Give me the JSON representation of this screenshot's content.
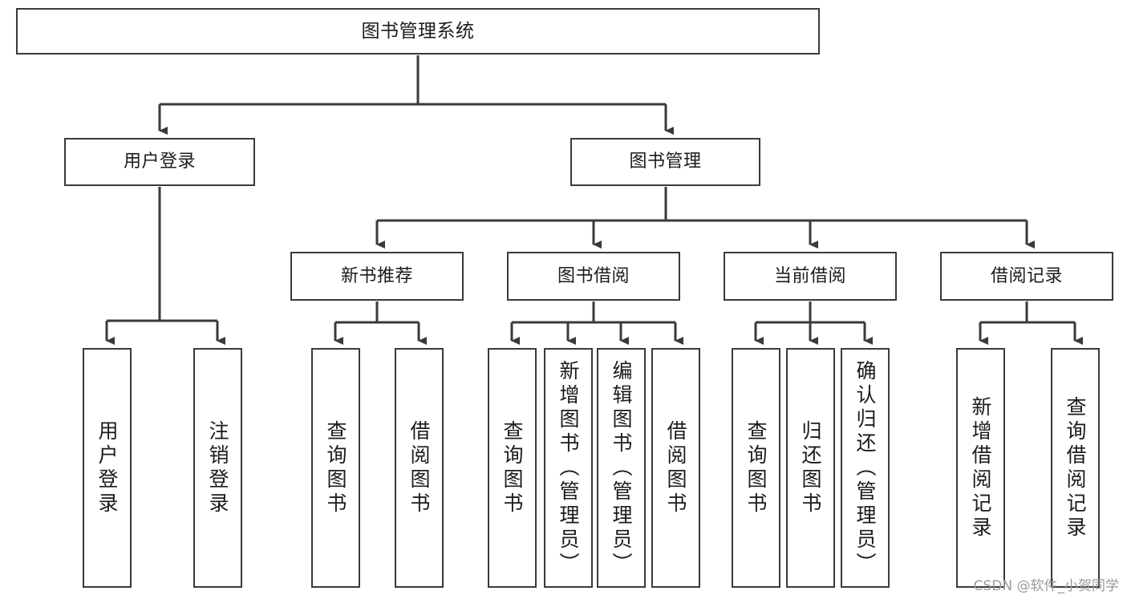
{
  "diagram": {
    "title": "图书管理系统",
    "watermark": "CSDN @软件_小贺同学",
    "stroke_color": "#3a3a3a",
    "text_color": "#1b1b1b",
    "background_color": "#ffffff",
    "root": {
      "label": "图书管理系统"
    },
    "level1": [
      {
        "label": "用户登录"
      },
      {
        "label": "图书管理"
      }
    ],
    "level2": [
      {
        "label": "新书推荐"
      },
      {
        "label": "图书借阅"
      },
      {
        "label": "当前借阅"
      },
      {
        "label": "借阅记录"
      }
    ],
    "leaves": {
      "user_login": [
        {
          "label": "用户登录"
        },
        {
          "label": "注销登录"
        }
      ],
      "new_book_recommend": [
        {
          "label": "查询图书"
        },
        {
          "label": "借阅图书"
        }
      ],
      "book_borrow": [
        {
          "label": "查询图书"
        },
        {
          "label": "新增图书（管理员）"
        },
        {
          "label": "编辑图书（管理员）"
        },
        {
          "label": "借阅图书"
        }
      ],
      "current_borrow": [
        {
          "label": "查询图书"
        },
        {
          "label": "归还图书"
        },
        {
          "label": "确认归还（管理员）"
        }
      ],
      "borrow_record": [
        {
          "label": "新增借阅记录"
        },
        {
          "label": "查询借阅记录"
        }
      ]
    }
  }
}
